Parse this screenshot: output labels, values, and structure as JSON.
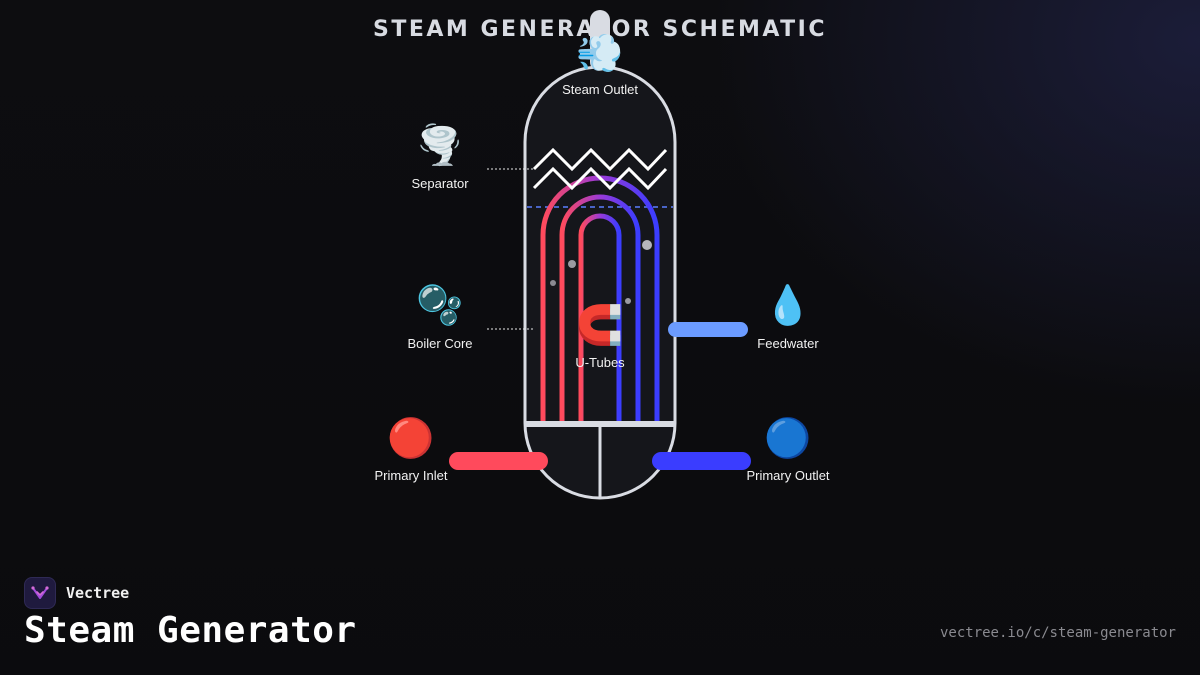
{
  "header": {
    "title": "STEAM GENERATOR SCHEMATIC"
  },
  "components": {
    "steam_outlet": {
      "label": "Steam Outlet",
      "icon": "steam-puff-icon",
      "glyph": "💨"
    },
    "separator": {
      "label": "Separator",
      "icon": "tornado-icon",
      "glyph": "🌪️"
    },
    "boiler_core": {
      "label": "Boiler Core",
      "icon": "bubbles-icon",
      "glyph": "🫧"
    },
    "u_tubes": {
      "label": "U-Tubes",
      "icon": "magnet-icon",
      "glyph": "🧲"
    },
    "feedwater": {
      "label": "Feedwater",
      "icon": "water-drop-icon",
      "glyph": "💧"
    },
    "primary_inlet": {
      "label": "Primary Inlet",
      "icon": "red-circle-icon",
      "glyph": "🔴"
    },
    "primary_outlet": {
      "label": "Primary Outlet",
      "icon": "blue-circle-icon",
      "glyph": "🔵"
    }
  },
  "colors": {
    "hot": "#ff4a5c",
    "cold": "#3a3dff",
    "feedwater": "#6b9bff",
    "vessel": "#d9dce3",
    "water_level": "#5b7fff"
  },
  "footer": {
    "brand": "Vectree",
    "title": "Steam Generator",
    "url": "vectree.io/c/steam-generator"
  }
}
